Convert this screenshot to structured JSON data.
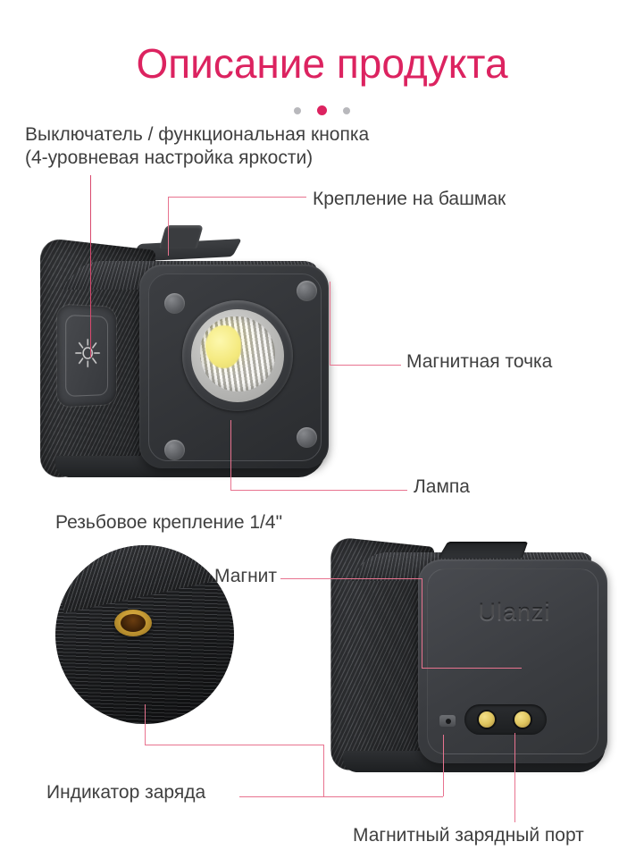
{
  "page": {
    "title": "Описание продукта",
    "accent_color": "#dc2360",
    "line_color": "#e8738f",
    "text_color": "#3f3f3f",
    "background": "#ffffff"
  },
  "pagination": {
    "dots": [
      {
        "name": "dot-1",
        "active": false
      },
      {
        "name": "dot-2",
        "active": true
      },
      {
        "name": "dot-3",
        "active": false
      }
    ]
  },
  "callouts": {
    "power_button": "Выключатель / функциональная кнопка\n(4-уровневая настройка яркости)",
    "shoe_mount": "Крепление на башмак",
    "magnetic_point": "Магнитная точка",
    "lamp": "Лампа",
    "thread_mount": "Резьбовое крепление 1/4\"",
    "magnet": "Магнит",
    "charge_indicator": "Индикатор заряда",
    "charging_port": "Магнитный зарядный порт"
  },
  "product": {
    "brand_logo": "Ulanzi"
  }
}
